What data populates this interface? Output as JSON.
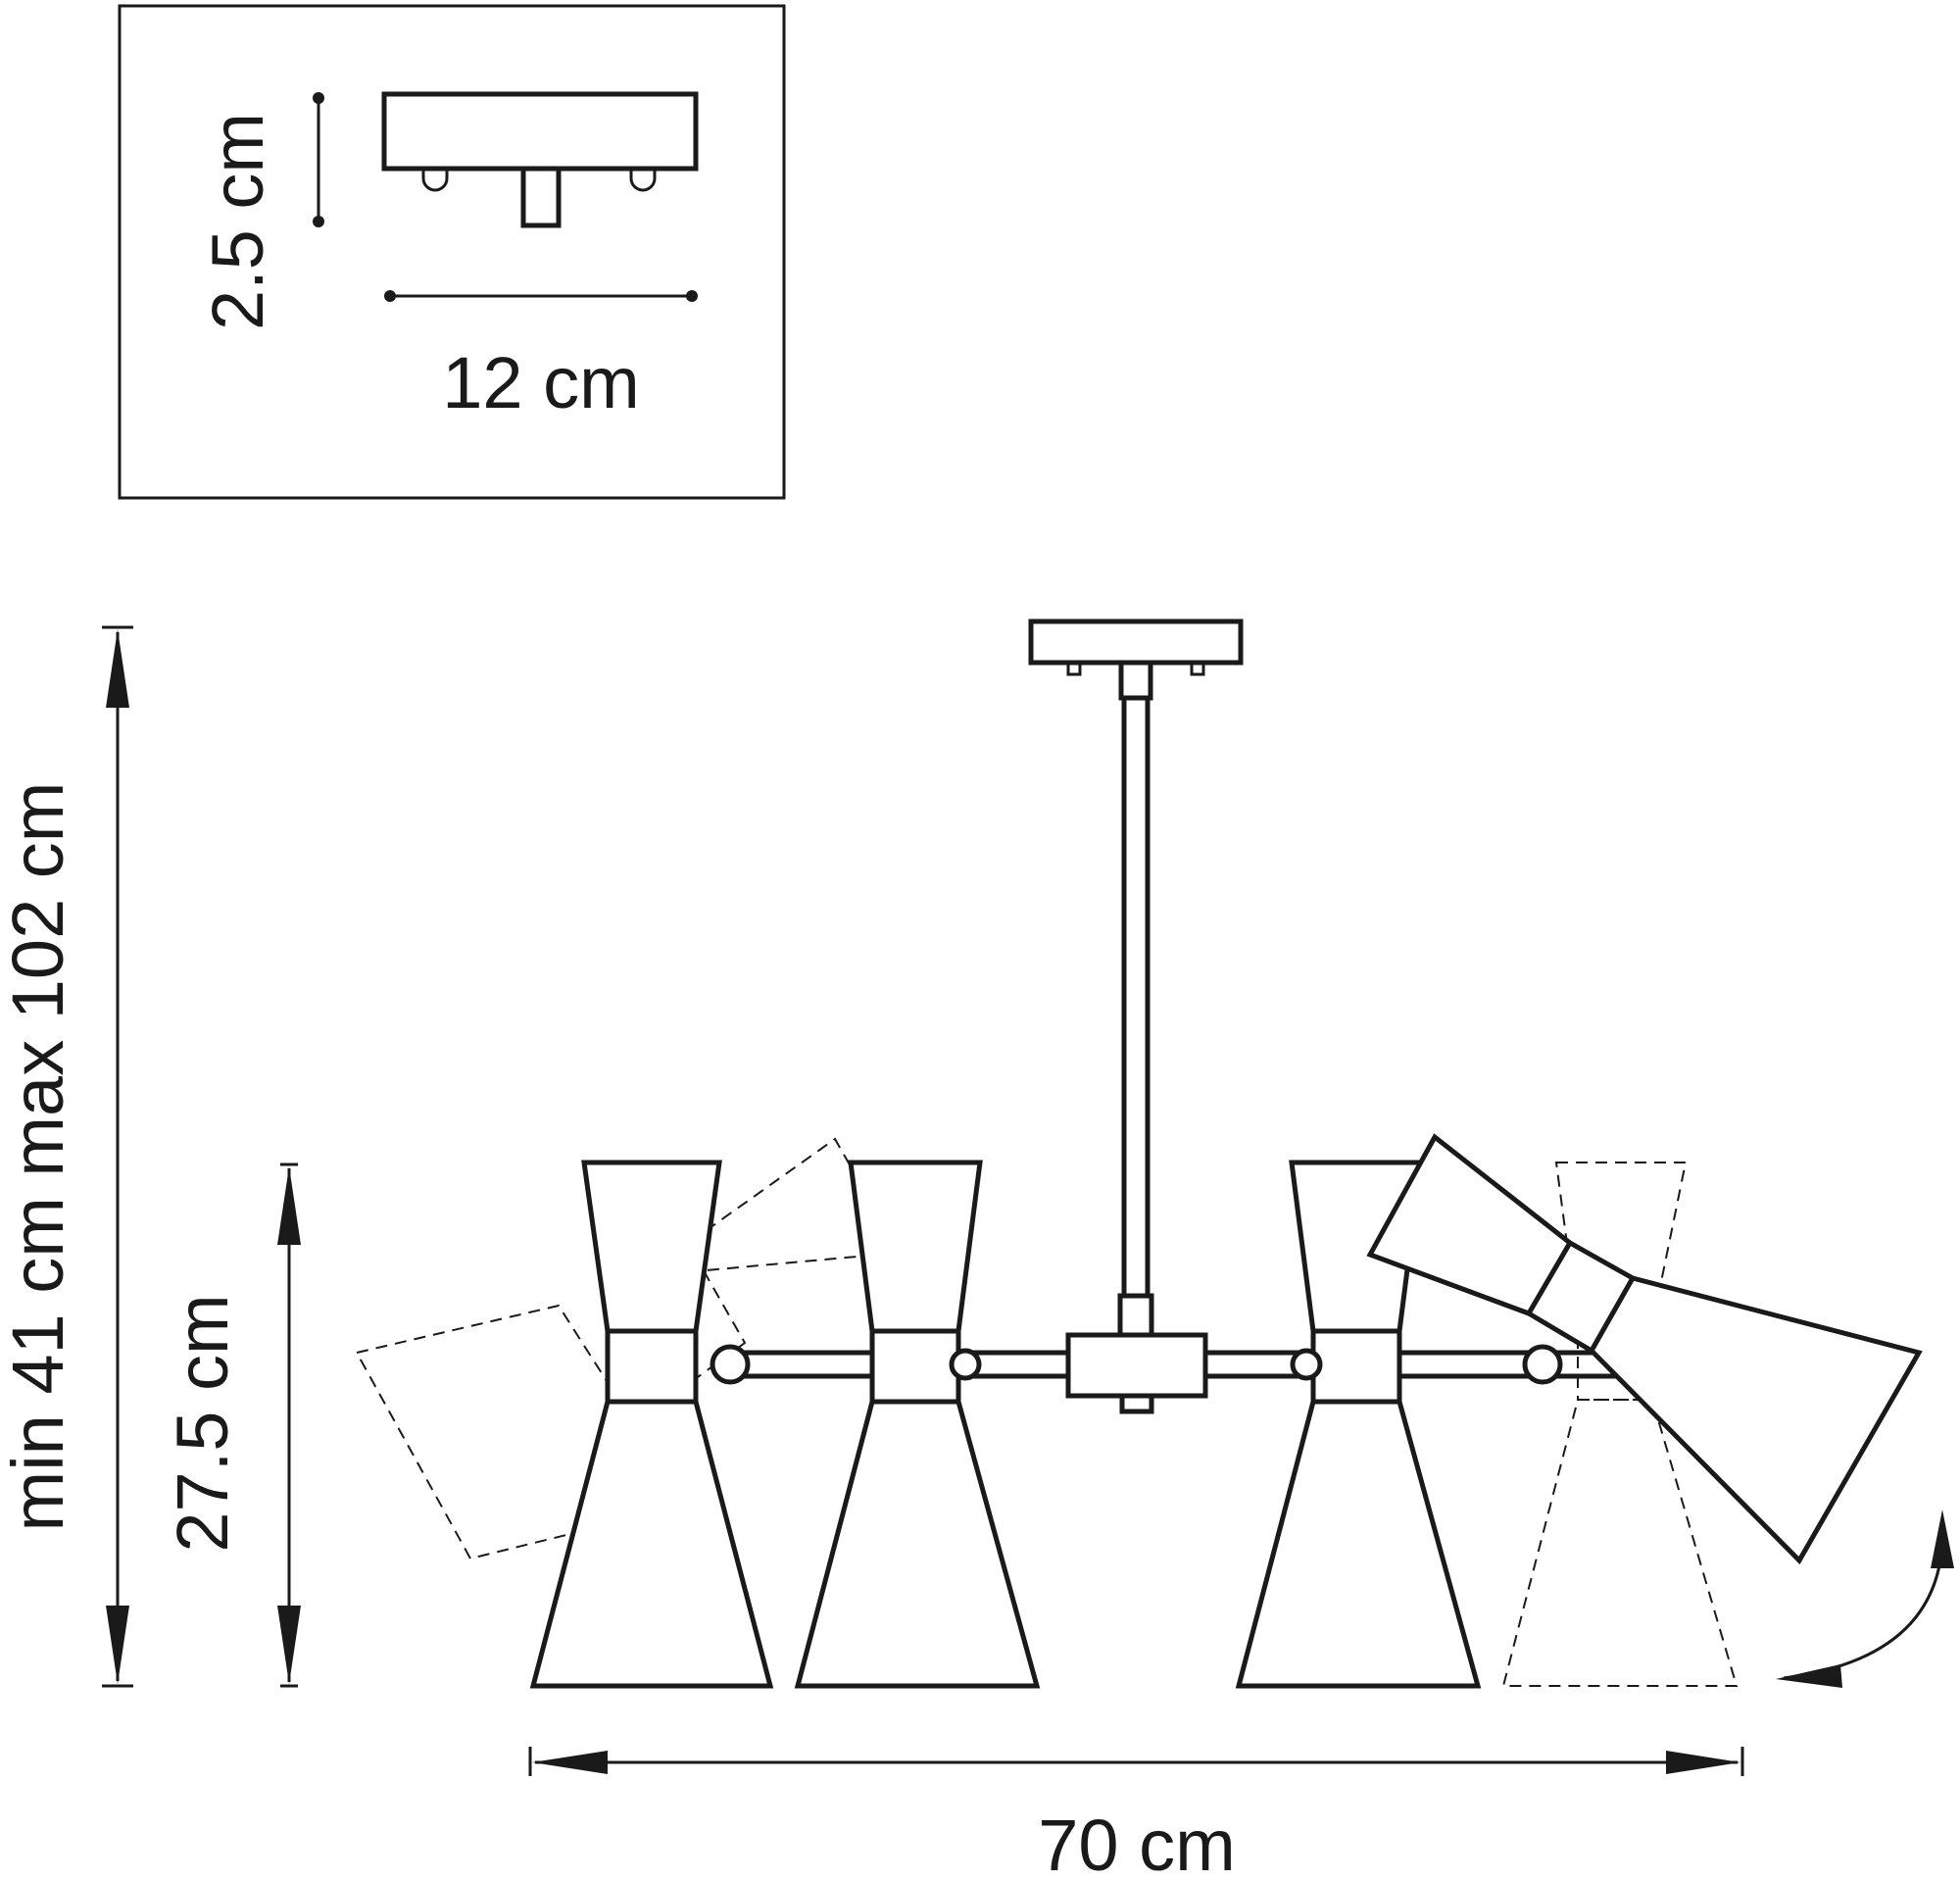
{
  "colors": {
    "line": "#1a1a1a",
    "background": "#ffffff"
  },
  "inset": {
    "height_label": "2.5 cm",
    "width_label": "12 cm"
  },
  "dimensions": {
    "overall_height_label": "min 41 cm max 102 cm",
    "fixture_height_label": "27.5 cm",
    "width_label": "70 cm"
  }
}
